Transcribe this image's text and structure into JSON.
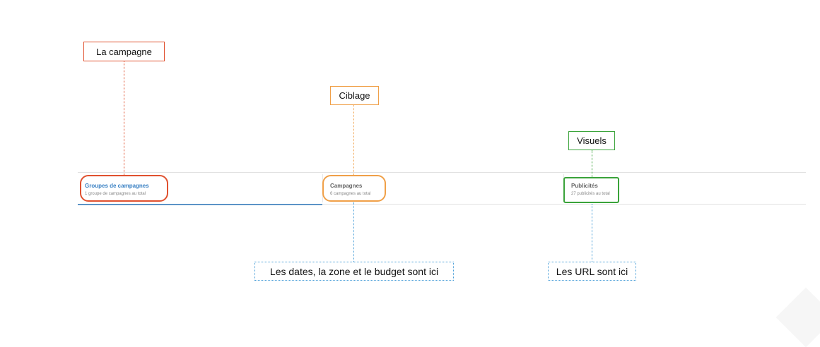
{
  "callouts": {
    "campaign": "La campagne",
    "targeting": "Ciblage",
    "visuals": "Visuels",
    "dates_zone_budget": "Les dates, la zone et le budget sont ici",
    "urls": "Les URL sont ici"
  },
  "tabs": [
    {
      "title": "Groupes de campagnes",
      "subtitle": "1 groupe de campagnes au total"
    },
    {
      "title": "Campagnes",
      "subtitle": "6 campagnes au total"
    },
    {
      "title": "Publicités",
      "subtitle": "27 publicités au total"
    }
  ],
  "colors": {
    "campaign": "#e0512f",
    "targeting": "#f0a048",
    "visuals": "#3aa33a",
    "info": "#4a9fd8",
    "active_tab_text": "#3b82c4"
  }
}
